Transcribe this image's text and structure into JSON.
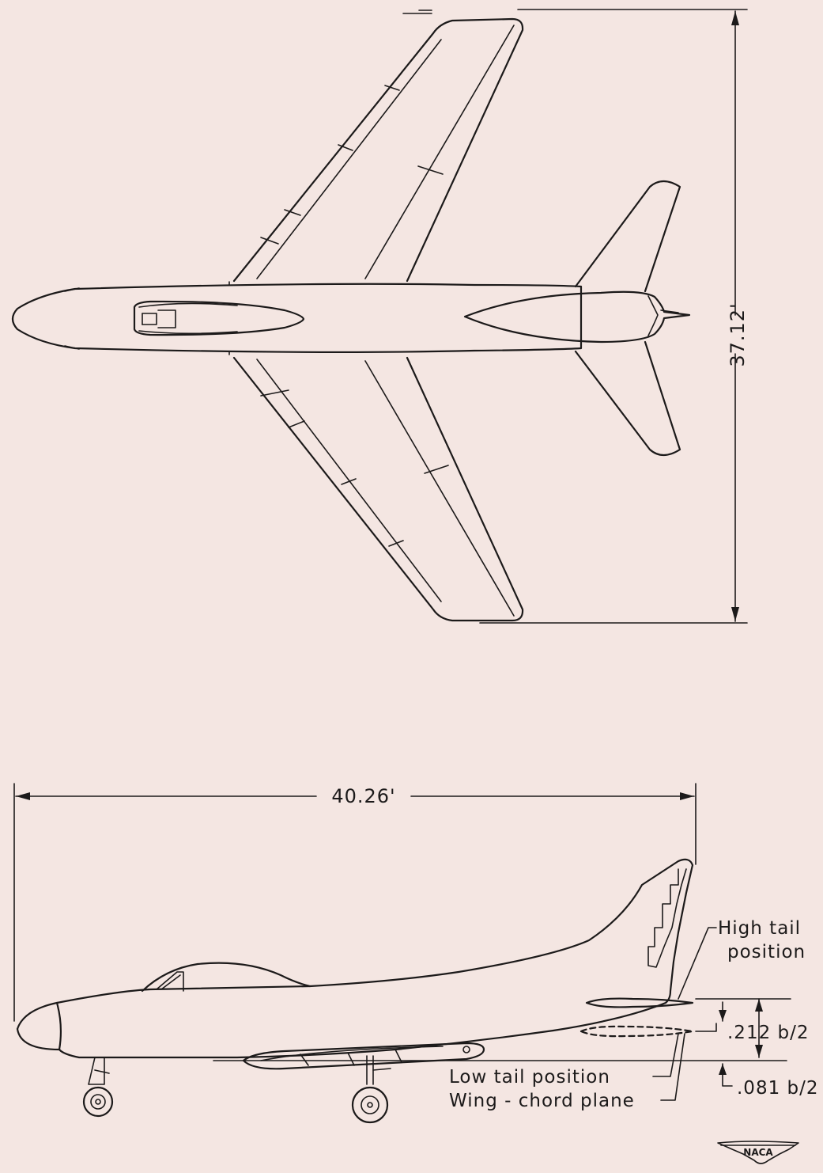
{
  "dimensions": {
    "span": "37.12'",
    "length": "40.26'",
    "high_tail_offset": ".212 b/2",
    "low_tail_offset": ".081 b/2"
  },
  "labels": {
    "high_tail_line1": "High tail",
    "high_tail_line2": "position",
    "low_tail": "Low tail position",
    "wing_chord": "Wing - chord  plane"
  },
  "logo": {
    "text": "NACA"
  },
  "colors": {
    "background": "#f4e6e2",
    "ink": "#1c1a1a"
  }
}
